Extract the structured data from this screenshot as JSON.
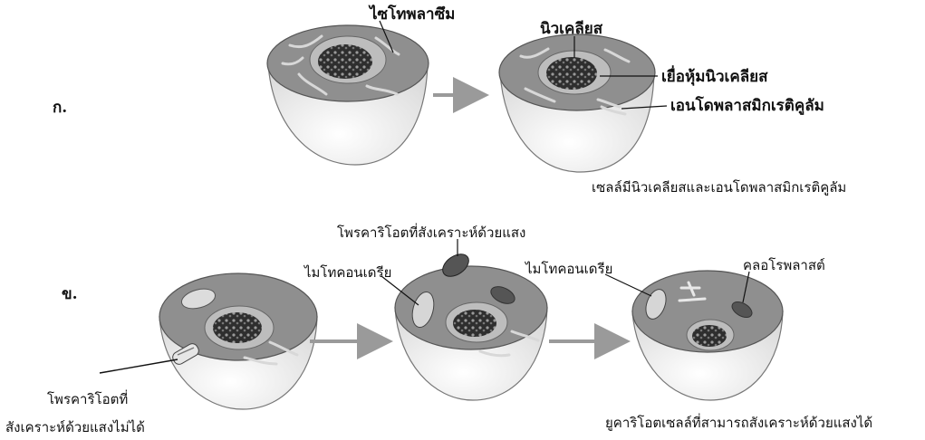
{
  "panel_a": {
    "letter": "ก.",
    "cytoplasm": "ไซโทพลาซึม",
    "nucleus": "นิวเคลียส",
    "nuclear_envelope": "เยื่อหุ้มนิวเคลียส",
    "endoplasmic_reticulum": "เอนโดพลาสมิกเรติคูลัม",
    "caption": "เซลล์มีนิวเคลียสและเอนโดพลาสมิกเรติคูลัม"
  },
  "panel_b": {
    "letter": "ข.",
    "photosynthetic_prokaryote": "โพรคาริโอตที่สังเคราะห์ด้วยแสง",
    "mitochondria_1": "ไมโทคอนเดรีย",
    "mitochondria_2": "ไมโทคอนเดรีย",
    "chloroplast": "คลอโรพลาสต์",
    "nonphoto_prokaryote_line1": "โพรคาริโอตที่",
    "nonphoto_prokaryote_line2": "สังเคราะห์ด้วยแสงไม่ได้",
    "caption": "ยูคาริโอตเซลล์ที่สามารถสังเคราะห์ด้วยแสงได้"
  },
  "colors": {
    "cytoplasm": "#8f8f8f",
    "shell": "#f4f4f4",
    "nucleus": "#3a3a3a",
    "arrow": "#9a9a9a"
  }
}
